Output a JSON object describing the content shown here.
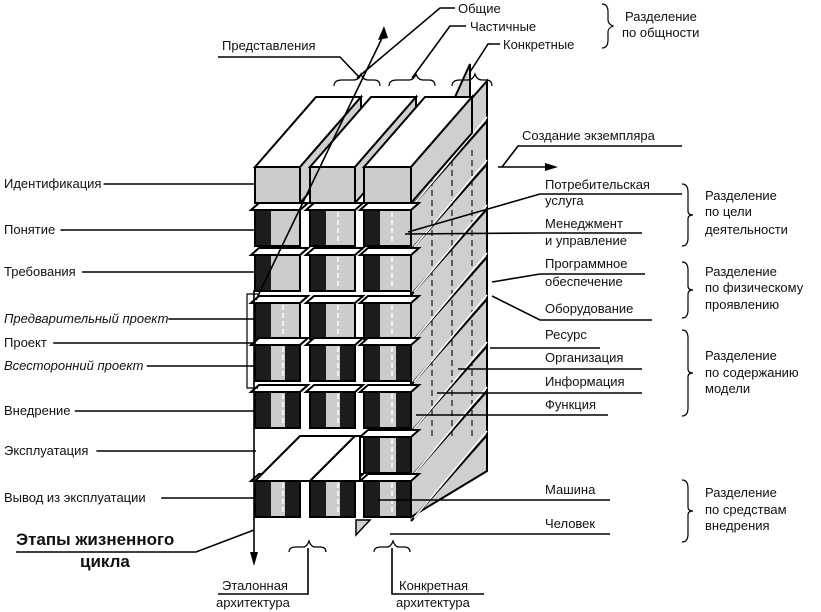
{
  "diagram": {
    "title": "Этапы жизненного цикла",
    "generality": {
      "heading": "Разделение по общности",
      "heading_lines": [
        "Разделение",
        "по общности"
      ],
      "levels": [
        "Общие",
        "Частичные",
        "Конкретные"
      ],
      "views_label": "Представления"
    },
    "lifecycle_phases": [
      {
        "label": "Идентификация",
        "italic": false
      },
      {
        "label": "Понятие",
        "italic": false
      },
      {
        "label": "Требования",
        "italic": false
      },
      {
        "label": "Предварительный проект",
        "italic": true
      },
      {
        "label": "Проект",
        "italic": false
      },
      {
        "label": "Всесторонний проект",
        "italic": true
      },
      {
        "label": "Внедрение",
        "italic": false
      },
      {
        "label": "Эксплуатация",
        "italic": false
      },
      {
        "label": "Вывод из эксплуатации",
        "italic": false
      }
    ],
    "lifecycle_title_lines": [
      "Этапы жизненного",
      "цикла"
    ],
    "instantiation_label": "Создание экземпляра",
    "right_groups": [
      {
        "heading_lines": [
          "Разделение",
          "по цели",
          "деятельности"
        ],
        "items": [
          {
            "lines": [
              "Потребительская",
              "услуга"
            ]
          },
          {
            "lines": [
              "Менеджмент",
              "и управление"
            ]
          }
        ]
      },
      {
        "heading_lines": [
          "Разделение",
          "по физическому",
          "проявлению"
        ],
        "items": [
          {
            "lines": [
              "Программное",
              "обеспечение"
            ]
          },
          {
            "lines": [
              "Оборудование"
            ]
          }
        ]
      },
      {
        "heading_lines": [
          "Разделение",
          "по содержанию",
          "модели"
        ],
        "items": [
          {
            "lines": [
              "Ресурс"
            ]
          },
          {
            "lines": [
              "Организация"
            ]
          },
          {
            "lines": [
              "Информация"
            ]
          },
          {
            "lines": [
              "Функция"
            ]
          }
        ]
      },
      {
        "heading_lines": [
          "Разделение",
          "по средствам",
          "внедрения"
        ],
        "items": [
          {
            "lines": [
              "Машина"
            ]
          },
          {
            "lines": [
              "Человек"
            ]
          }
        ]
      }
    ],
    "bottom_labels": {
      "reference_lines": [
        "Эталонная",
        "архитектура"
      ],
      "particular_lines": [
        "Конкретная",
        "архитектура"
      ]
    }
  }
}
